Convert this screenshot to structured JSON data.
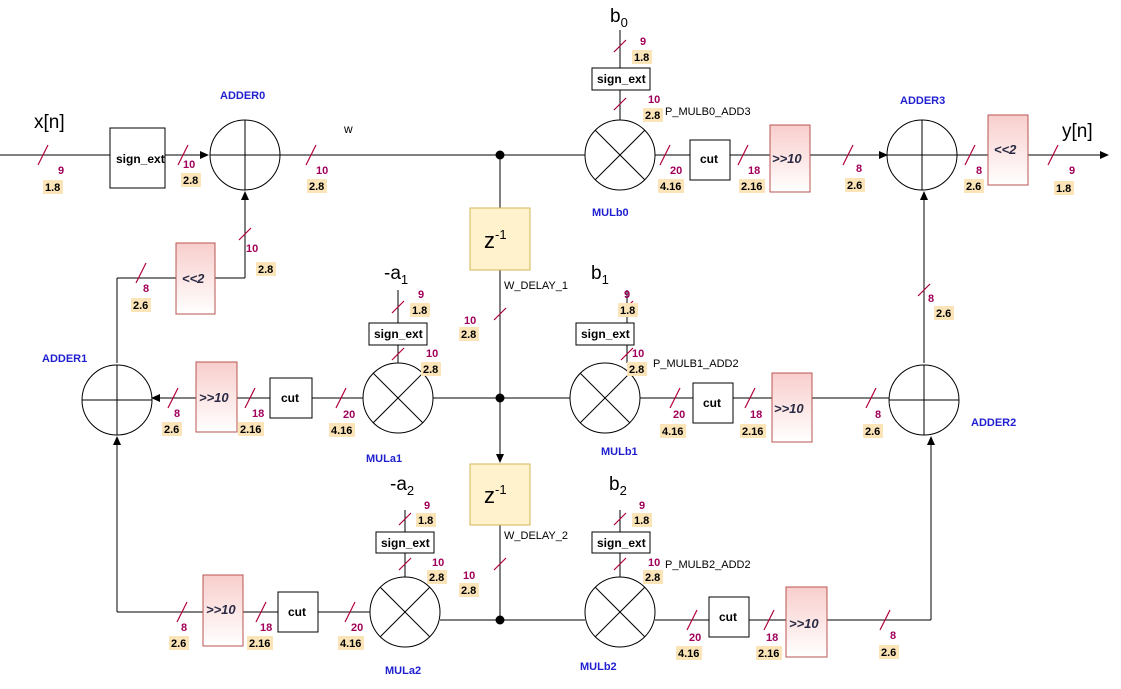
{
  "colors": {
    "wire": "#000000",
    "bus_slash": "#b0003a",
    "bitwidth_text": "#a0005a",
    "format_bg": "#fbe5b8",
    "delay_fill": "#fff2cc",
    "delay_stroke": "#d6b656",
    "shift_fill": "#f8cecc",
    "shift_stroke": "#b85450",
    "block_name": "#1f1fd0"
  },
  "io": {
    "input": "x[n]",
    "output": "y[n]",
    "state": "w"
  },
  "coefficients": {
    "b0": "b",
    "b0_sub": "0",
    "b1": "b",
    "b1_sub": "1",
    "b2": "b",
    "b2_sub": "2",
    "a1": "-a",
    "a1_sub": "1",
    "a2": "-a",
    "a2_sub": "2"
  },
  "delays": {
    "label": "z",
    "exp": "-1",
    "w1": "W_DELAY_1",
    "w2": "W_DELAY_2"
  },
  "blocks": {
    "adder0": "ADDER0",
    "adder1": "ADDER1",
    "adder2": "ADDER2",
    "adder3": "ADDER3",
    "mulb0": "MULb0",
    "mulb1": "MULb1",
    "mulb2": "MULb2",
    "mula1": "MULa1",
    "mula2": "MULa2",
    "sign_ext": "sign_ext",
    "cut": "cut",
    "shr10": ">>10",
    "shl2": "<<2"
  },
  "signals": {
    "p_mulb0": "P_MULB0_ADD3",
    "p_mulb1": "P_MULB1_ADD2",
    "p_mulb2": "P_MULB2_ADD2"
  },
  "widths": {
    "w9": "9",
    "w10": "10",
    "w20": "20",
    "w18": "18",
    "w8": "8",
    "f18": "1.8",
    "f28": "2.8",
    "f416": "4.16",
    "f216": "2.16",
    "f26": "2.6"
  }
}
